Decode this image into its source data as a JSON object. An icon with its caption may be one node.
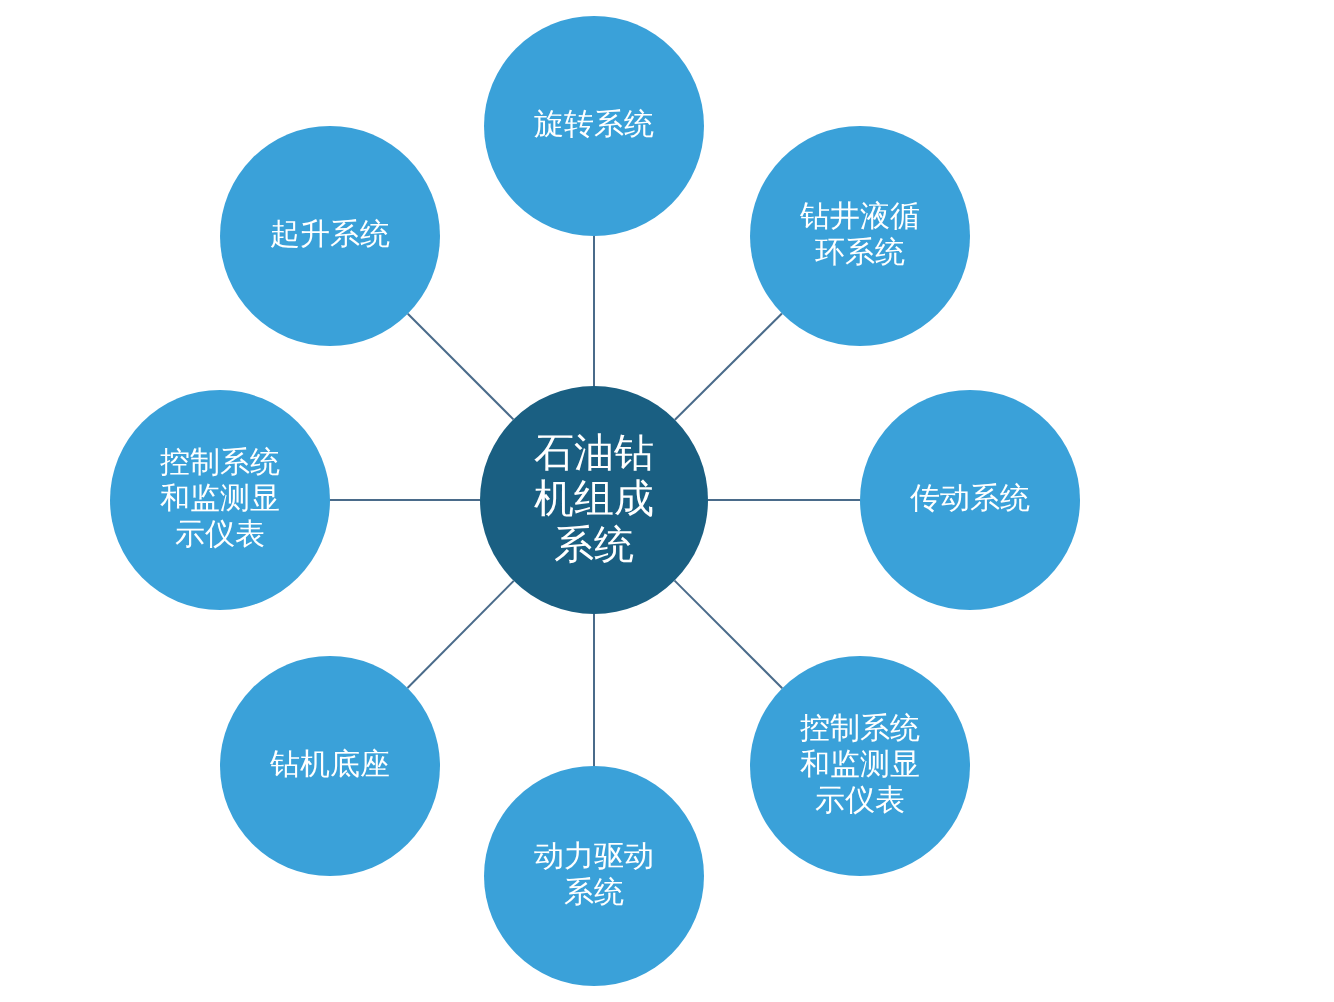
{
  "diagram": {
    "nodes": [
      {
        "text": [
          "石油钻机组成系统"
        ]
      },
      {
        "text": [
          "旋转系统"
        ]
      },
      {
        "text": [
          "钻井液循环系统"
        ]
      },
      {
        "text": [
          "传动系统"
        ]
      },
      {
        "text": [
          "控制系统和监测显示仪表"
        ]
      },
      {
        "text": [
          "动力驱动系统"
        ]
      },
      {
        "text": [
          "钻机底座"
        ]
      },
      {
        "text": [
          "控制系统和监测显示仪表"
        ]
      },
      {
        "text": [
          "起升系统"
        ]
      }
    ],
    "edges": [
      {
        "from": 0,
        "to": 1,
        "arrow": "none"
      },
      {
        "from": 0,
        "to": 2,
        "arrow": "none"
      },
      {
        "from": 0,
        "to": 3,
        "arrow": "none"
      },
      {
        "from": 0,
        "to": 4,
        "arrow": "none"
      },
      {
        "from": 0,
        "to": 5,
        "arrow": "none"
      },
      {
        "from": 0,
        "to": 6,
        "arrow": "none"
      },
      {
        "from": 0,
        "to": 7,
        "arrow": "none"
      },
      {
        "from": 0,
        "to": 8,
        "arrow": "none"
      }
    ]
  }
}
